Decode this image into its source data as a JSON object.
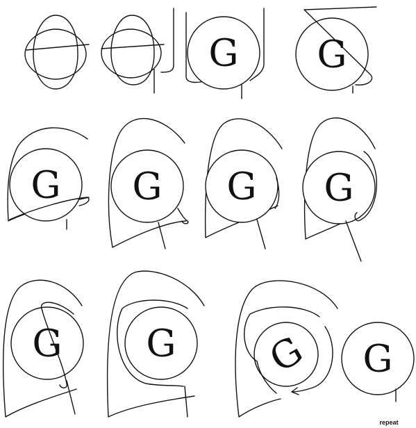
{
  "diagram": {
    "node_label": "G",
    "final_caption": "repeat",
    "panels": [
      {
        "id": 1,
        "has_letter": false
      },
      {
        "id": 2,
        "has_letter": false
      },
      {
        "id": 3,
        "has_letter": true
      },
      {
        "id": 4,
        "has_letter": true
      },
      {
        "id": 5,
        "has_letter": true
      },
      {
        "id": 6,
        "has_letter": true
      },
      {
        "id": 7,
        "has_letter": true
      },
      {
        "id": 8,
        "has_letter": true
      },
      {
        "id": 9,
        "has_letter": true
      },
      {
        "id": 10,
        "has_letter": true
      },
      {
        "id": 11,
        "has_letter": true,
        "rotated": true
      },
      {
        "id": 12,
        "has_letter": true
      }
    ]
  }
}
